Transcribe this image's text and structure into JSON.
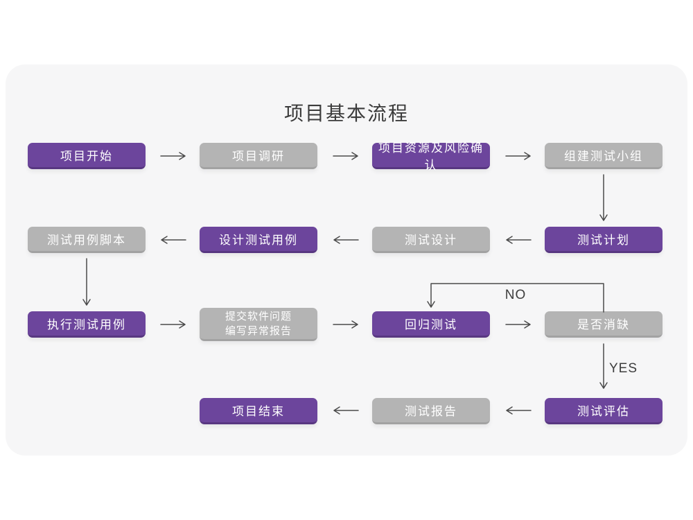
{
  "title": "项目基本流程",
  "colors": {
    "node_purple": "#6c459c",
    "node_purple_edge": "#583781",
    "node_gray": "#b4b4b4",
    "node_gray_edge": "#a2a2a2",
    "card_background": "#f6f6f7",
    "arrow_line": "#4a4a4a",
    "title_text": "#3b3b3b",
    "node_text": "#ffffff"
  },
  "flow": {
    "nodes": [
      {
        "id": "project-start",
        "label": "项目开始",
        "type": "purple"
      },
      {
        "id": "project-research",
        "label": "项目调研",
        "type": "gray"
      },
      {
        "id": "resources-risk-confirm",
        "label": "项目资源及风险确认",
        "type": "purple"
      },
      {
        "id": "build-test-team",
        "label": "组建测试小组",
        "type": "gray"
      },
      {
        "id": "test-plan",
        "label": "测试计划",
        "type": "purple"
      },
      {
        "id": "test-design",
        "label": "测试设计",
        "type": "gray"
      },
      {
        "id": "design-test-cases",
        "label": "设计测试用例",
        "type": "purple"
      },
      {
        "id": "test-case-scripts",
        "label": "测试用例脚本",
        "type": "gray"
      },
      {
        "id": "execute-test-cases",
        "label": "执行测试用例",
        "type": "purple"
      },
      {
        "id": "submit-issues-report",
        "label": "提交软件问题\n编写异常报告",
        "type": "gray"
      },
      {
        "id": "regression-test",
        "label": "回归测试",
        "type": "purple"
      },
      {
        "id": "defect-cleared",
        "label": "是否消缺",
        "type": "gray"
      },
      {
        "id": "test-evaluate",
        "label": "测试评估",
        "type": "purple"
      },
      {
        "id": "test-report",
        "label": "测试报告",
        "type": "gray"
      },
      {
        "id": "project-end",
        "label": "项目结束",
        "type": "purple"
      }
    ],
    "branch_labels": {
      "no": "NO",
      "yes": "YES"
    }
  }
}
